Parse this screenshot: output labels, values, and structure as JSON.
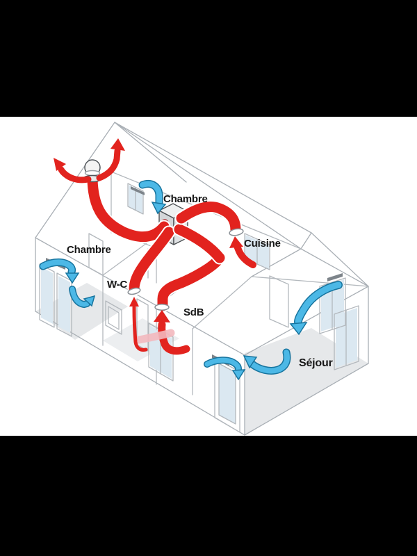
{
  "scene": {
    "kind": "isometric-house-ventilation-diagram",
    "letterbox": "black bars top and bottom"
  },
  "labels": {
    "chambre_upper": "Chambre",
    "chambre_left": "Chambre",
    "cuisine": "Cuisine",
    "wc": "W-C",
    "sdb": "SdB",
    "sejour": "Séjour"
  },
  "colors": {
    "extract_air_red": "#e2231e",
    "extract_red_dark": "#a40f16",
    "extract_red_translucent": "#f3b8be",
    "supply_air_blue": "#4cb8e6",
    "supply_air_outline": "#17749e",
    "wall_line_gray": "#b3b8bd",
    "wall_line_dark": "#9aa0a6",
    "glass_blue": "#dbe8f1",
    "floor_gray": "#e6e8ea",
    "floor_gray_light": "#eceef0",
    "vmc_box_top": "#eef0f0",
    "vmc_box_left": "#d3d6d8",
    "vmc_box_right": "#e0e2e4",
    "vent_slat_gray": "#7d848a",
    "letterbox_black": "#000000",
    "label_text": "#171717"
  }
}
